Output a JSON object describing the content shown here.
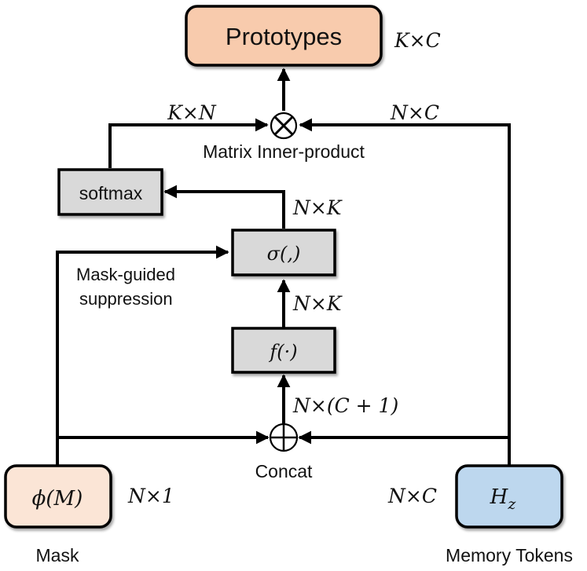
{
  "colors": {
    "prototypes_fill": "#f8cbad",
    "mask_fill": "#fbe5d6",
    "memory_fill": "#bdd7ee",
    "op_box_fill": "#d9d9d9"
  },
  "nodes": {
    "prototypes": {
      "label": "Prototypes",
      "dim": "K×C"
    },
    "softmax": {
      "label": "softmax"
    },
    "sigma": {
      "label": "σ(,)"
    },
    "f": {
      "label": "f(·)"
    },
    "mask": {
      "label": "ϕ(M)",
      "dim": "N×1",
      "caption": "Mask"
    },
    "memory": {
      "label_main": "H",
      "label_sub": "z",
      "dim": "N×C",
      "caption": "Memory Tokens"
    }
  },
  "operators": {
    "inner_product": {
      "symbol": "⊗",
      "caption": "Matrix Inner-product"
    },
    "concat": {
      "symbol": "⊕",
      "caption": "Concat"
    }
  },
  "edges": {
    "softmax_to_product": "K×N",
    "memory_to_product": "N×C",
    "sigma_to_softmax": "N×K",
    "f_to_sigma": "N×K",
    "concat_to_f": "N×(C + 1)",
    "mask_to_sigma": "Mask-guided suppression",
    "mask_to_sigma_line1": "Mask-guided",
    "mask_to_sigma_line2": "suppression"
  }
}
